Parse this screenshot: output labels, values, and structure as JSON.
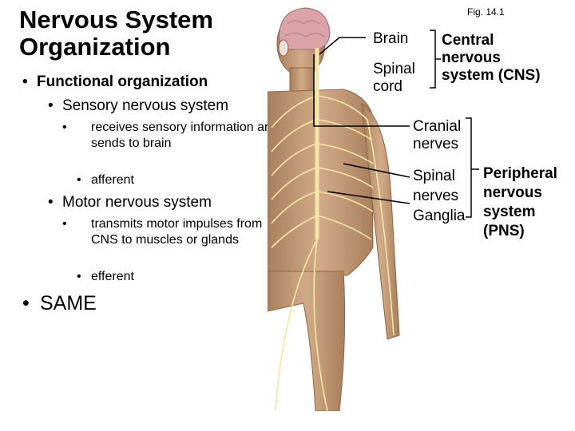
{
  "slide": {
    "title_line1": "Nervous System",
    "title_line2": "Organization",
    "bullet_l1": "Functional organization",
    "sensory": "Sensory nervous system",
    "sensory_sub1": "receives sensory information and sends to brain",
    "sensory_sub2": "afferent",
    "motor": "Motor nervous system",
    "motor_sub1": "transmits motor impulses from CNS to muscles or glands",
    "motor_sub2": "efferent",
    "same": "SAME"
  },
  "figure": {
    "fig_label": "Fig. 14.1",
    "brain": "Brain",
    "spinal_cord_1": "Spinal",
    "spinal_cord_2": "cord",
    "cns_1": "Central",
    "cns_2": "nervous",
    "cns_3": "system (CNS)",
    "cranial_1": "Cranial",
    "cranial_2": "nerves",
    "spinal_nerves_1": "Spinal",
    "spinal_nerves_2": "nerves",
    "ganglia": "Ganglia",
    "pns_1": "Peripheral",
    "pns_2": "nervous",
    "pns_3": "system",
    "pns_4": "(PNS)"
  },
  "colors": {
    "skin": "#c9a27e",
    "skin_dark": "#a97f5c",
    "brain": "#d9a3a8",
    "nerve": "#f2e7a8",
    "bracket": "#000000"
  }
}
